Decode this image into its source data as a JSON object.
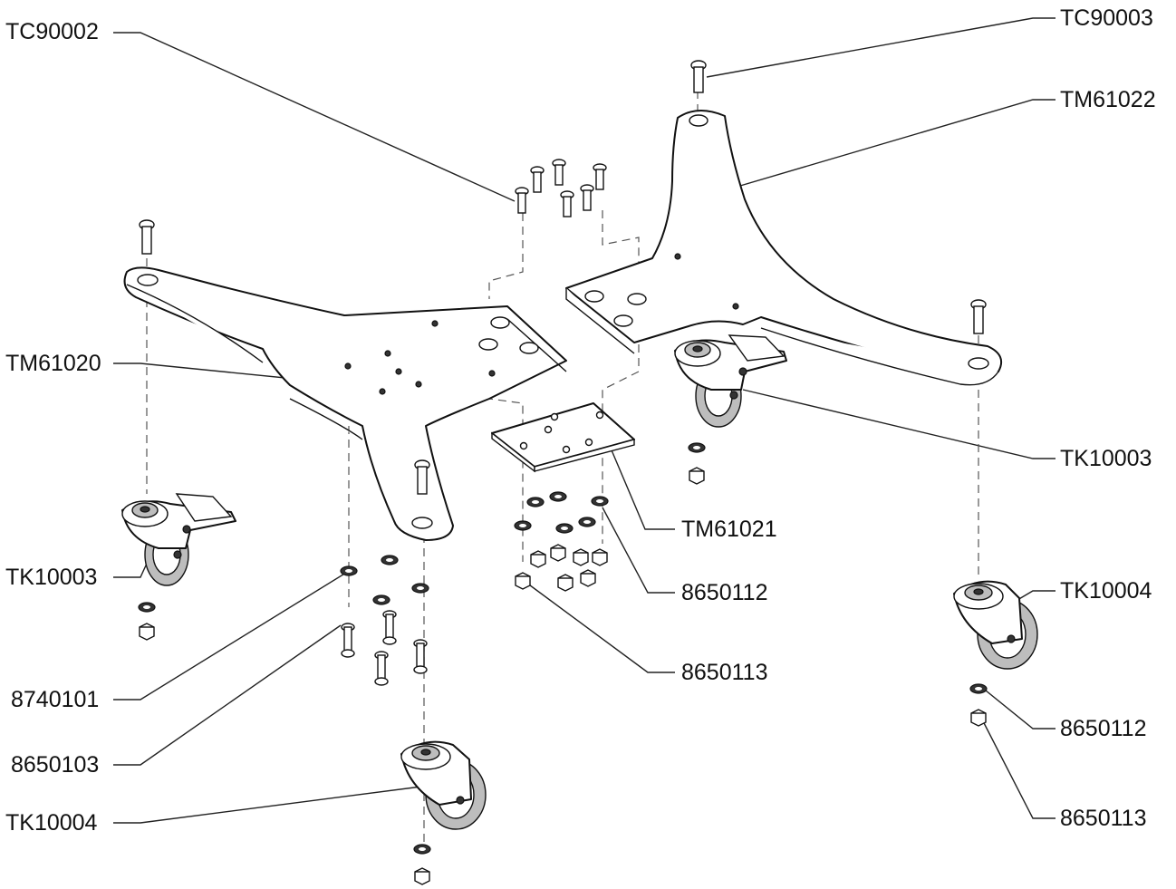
{
  "labels": {
    "tc90002": "TC90002",
    "tc90003": "TC90003",
    "tm61022": "TM61022",
    "tm61020": "TM61020",
    "tk10003_right": "TK10003",
    "tm61021": "TM61021",
    "tk10003_left": "TK10003",
    "p8650112_mid": "8650112",
    "tk10004_right": "TK10004",
    "p8650113_mid": "8650113",
    "p8740101": "8740101",
    "p8650112_right": "8650112",
    "p8650103": "8650103",
    "tk10004_bottom": "TK10004",
    "p8650113_right": "8650113"
  },
  "colors": {
    "line": "#222222",
    "text": "#111111",
    "background": "#ffffff"
  }
}
